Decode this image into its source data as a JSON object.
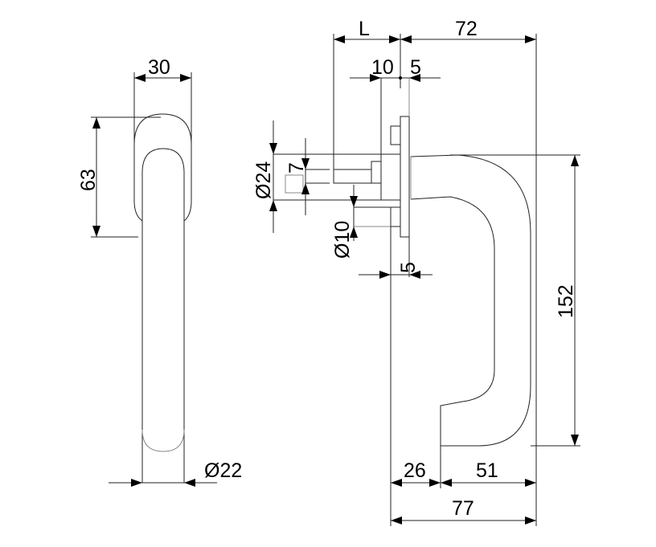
{
  "drawing": {
    "front_view": {
      "width_label": "30",
      "rosette_height_label": "63",
      "grip_diameter_label": "Ø22"
    },
    "side_view": {
      "spindle_length_label": "L",
      "projection_label": "72",
      "boss_depth_label": "10",
      "plate_thickness_label": "5",
      "boss_diameter_label": "Ø24",
      "spindle_square_label": "7",
      "screw_boss_diameter_label": "Ø10",
      "screw_offset_label": "5",
      "handle_length_label": "152",
      "grip_offset_label": "26",
      "grip_reach_label": "51",
      "overall_depth_label": "77"
    }
  }
}
